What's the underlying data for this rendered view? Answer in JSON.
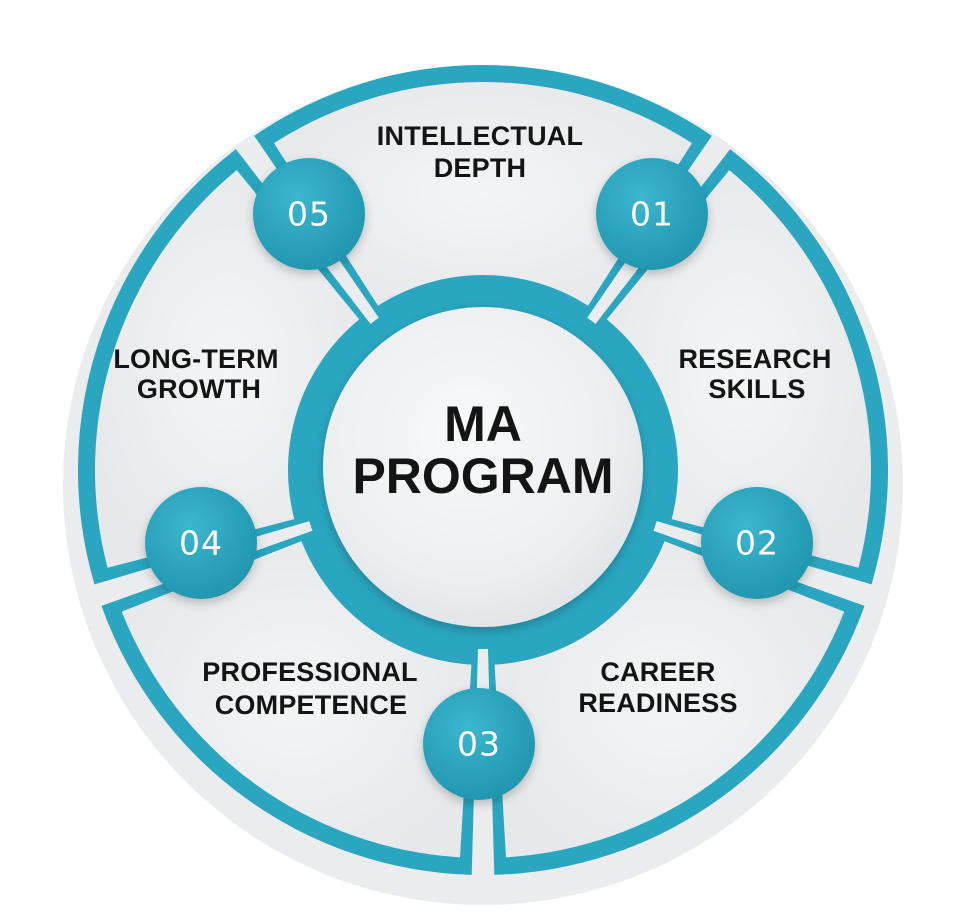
{
  "colors": {
    "teal": "#2aa6c0",
    "teal_dark": "#1d8aa3",
    "segment_fill": "#ebedef",
    "hub_fill": "#f2f3f5",
    "text": "#141414",
    "badge_text": "#ffffff"
  },
  "center": {
    "line1": "MA",
    "line2": "PROGRAM"
  },
  "segments": [
    {
      "id": "intellectual-depth",
      "line1": "INTELLECTUAL",
      "line2": "DEPTH"
    },
    {
      "id": "research-skills",
      "line1": "RESEARCH",
      "line2": "SKILLS"
    },
    {
      "id": "career-readiness",
      "line1": "CAREER",
      "line2": "READINESS"
    },
    {
      "id": "professional-competence",
      "line1": "PROFESSIONAL",
      "line2": "COMPETENCE"
    },
    {
      "id": "long-term-growth",
      "line1": "LONG-TERM",
      "line2": "GROWTH"
    }
  ],
  "badges": [
    {
      "label": "01"
    },
    {
      "label": "02"
    },
    {
      "label": "03"
    },
    {
      "label": "04"
    },
    {
      "label": "05"
    }
  ]
}
